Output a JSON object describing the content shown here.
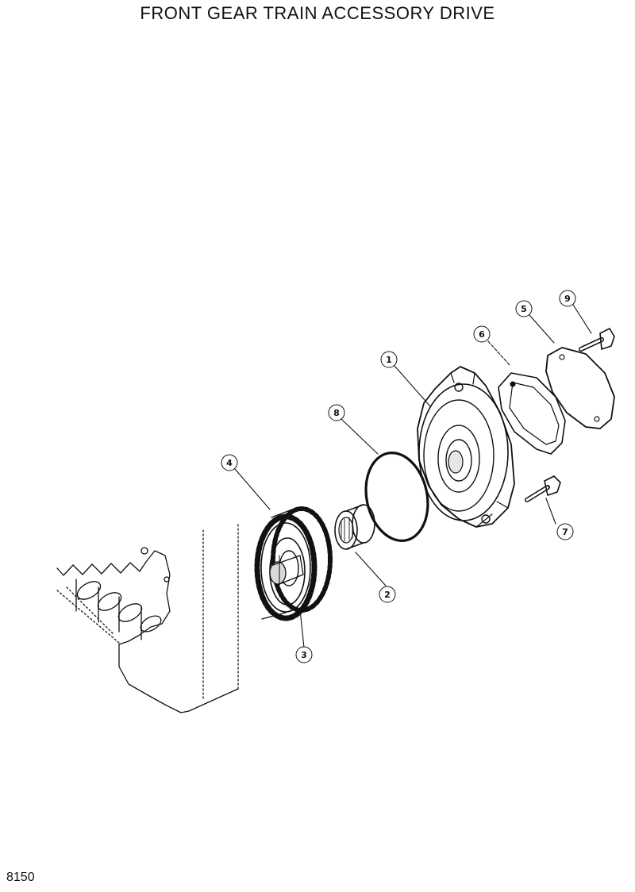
{
  "header": {
    "title": "FRONT GEAR TRAIN ACCESSORY DRIVE"
  },
  "footer": {
    "page_code": "8150"
  },
  "callouts": [
    "1",
    "2",
    "3",
    "4",
    "5",
    "6",
    "7",
    "8",
    "9"
  ]
}
